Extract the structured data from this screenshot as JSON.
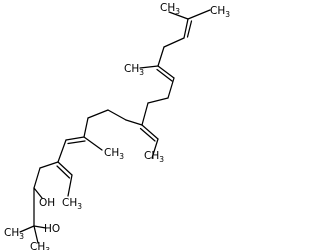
{
  "image_type": "skeletal structural formula",
  "colors": {
    "background": "#ffffff",
    "ink": "#000000"
  },
  "atom_labels": {
    "methyl": {
      "main": "CH",
      "sub": "3"
    },
    "hydroxyl": "OH",
    "hydroxyl_reversed": "HO"
  }
}
